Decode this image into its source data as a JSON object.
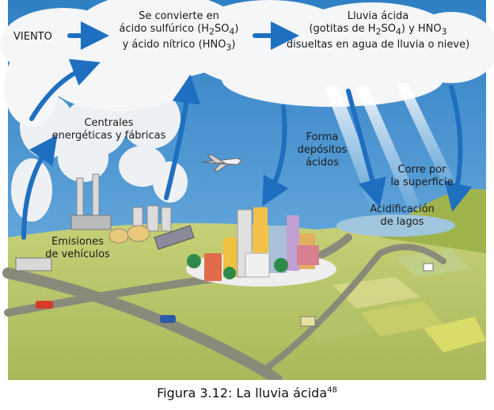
{
  "labels": {
    "viento": "VIENTO",
    "convierte_1": "Se convierte en",
    "convierte_2_pre": "ácido sulfúrico (H",
    "convierte_2_sub1": "2",
    "convierte_2_mid": "SO",
    "convierte_2_sub2": "4",
    "convierte_2_post": ")",
    "convierte_3_pre": "y ácido nítrico (HNO",
    "convierte_3_sub": "3",
    "convierte_3_post": ")",
    "lluvia_1": "Lluvia ácida",
    "lluvia_2_pre": "(gotitas de H",
    "lluvia_2_sub1": "2",
    "lluvia_2_mid": "SO",
    "lluvia_2_sub2": "4",
    "lluvia_2_mid2": ") y HNO",
    "lluvia_2_sub3": "3",
    "lluvia_3": "disueltas en agua de lluvia o nieve)",
    "centrales_1": "Centrales",
    "centrales_2": "energéticas y fábricas",
    "forma_1": "Forma",
    "forma_2": "depósitos",
    "forma_3": "ácidos",
    "corre_1": "Corre por",
    "corre_2": "la superficie",
    "acid_1": "Acidificación",
    "acid_2": "de lagos",
    "emisiones_1": "Emisiones",
    "emisiones_2": "de vehículos"
  },
  "caption": {
    "text": "Figura 3.12: La lluvia ácida",
    "note": "48"
  },
  "colors": {
    "sky": "#3f8fd0",
    "cloud": "#f4f6f8",
    "arrow": "#1f6fc0",
    "field": "#b9c86e",
    "road": "#8a8a7a",
    "lake": "#9fc6dd"
  }
}
